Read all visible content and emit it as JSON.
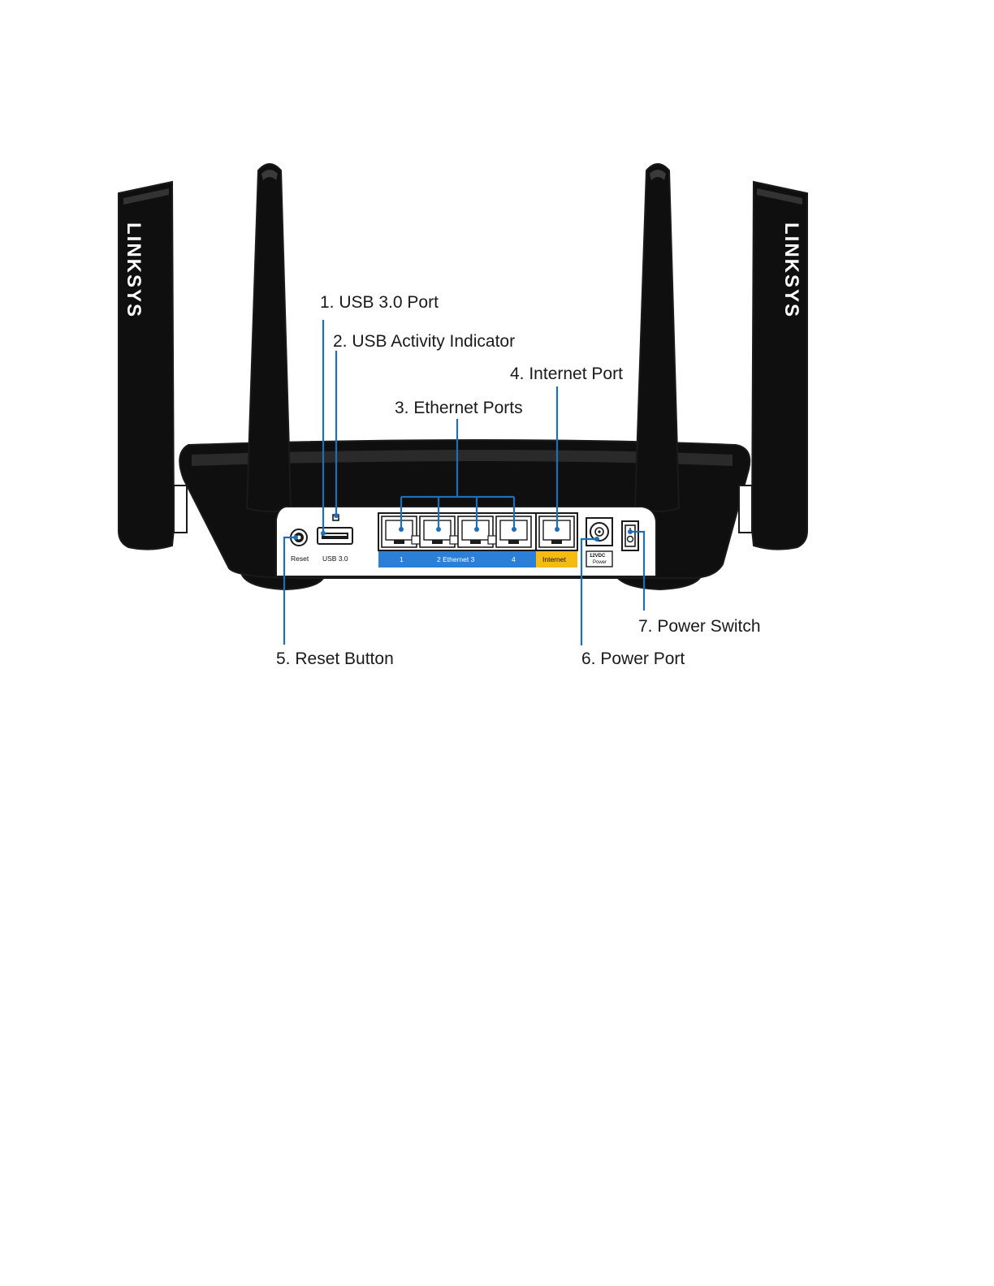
{
  "diagram": {
    "brand": "LINKSYS",
    "colors": {
      "leader_line": "#1e6fb8",
      "ethernet_bar": "#2b7fd6",
      "internet_bar": "#f5bb12",
      "body": "#0f0f0f",
      "outline": "#1a1a1a"
    },
    "callouts": [
      {
        "id": "usb-port",
        "text": "1. USB 3.0 Port"
      },
      {
        "id": "usb-activity",
        "text": "2. USB Activity Indicator"
      },
      {
        "id": "ethernet-ports",
        "text": "3. Ethernet Ports"
      },
      {
        "id": "internet-port",
        "text": "4. Internet Port"
      },
      {
        "id": "reset-button",
        "text": "5. Reset Button"
      },
      {
        "id": "power-port",
        "text": "6. Power Port"
      },
      {
        "id": "power-switch",
        "text": "7. Power Switch"
      }
    ],
    "panel_labels": {
      "reset": "Reset",
      "usb": "USB 3.0",
      "eth1": "1",
      "eth_mid": "2 Ethernet 3",
      "eth4": "4",
      "internet": "Internet",
      "dc_volt": "12VDC",
      "dc_power": "Power"
    }
  }
}
